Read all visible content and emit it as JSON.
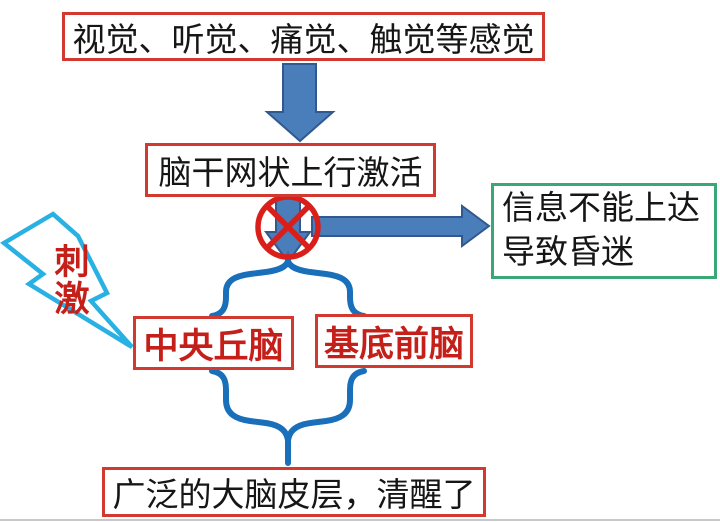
{
  "diagram": {
    "nodes": {
      "sensory": "视觉、听觉、痛觉、触觉等感觉",
      "brainstem": "脑干网状上行激活",
      "coma_line1": "信息不能上达",
      "coma_line2": "导致昏迷",
      "stimulus": "刺激",
      "thalamus": "中央丘脑",
      "forebrain": "基底前脑",
      "cortex": "广泛的大脑皮层，清醒了"
    },
    "icons": {
      "blocked": "no-entry-circle-x-icon",
      "stimulus": "lightning-bolt-icon",
      "flow_down": "block-arrow-down",
      "flow_right": "block-arrow-right",
      "grouping": "curly-braces"
    },
    "colors": {
      "background": "#ffffff",
      "box_border_red": "#d23a30",
      "text_red": "#c51f1a",
      "text_black": "#161616",
      "arrow_fill": "#4a7ebb",
      "arrow_stroke": "#31598f",
      "brace_blue": "#1a6fbb",
      "bolt_cyan": "#2ab1e3",
      "green_border": "#3aa876",
      "block_red": "#da1f1a"
    }
  }
}
